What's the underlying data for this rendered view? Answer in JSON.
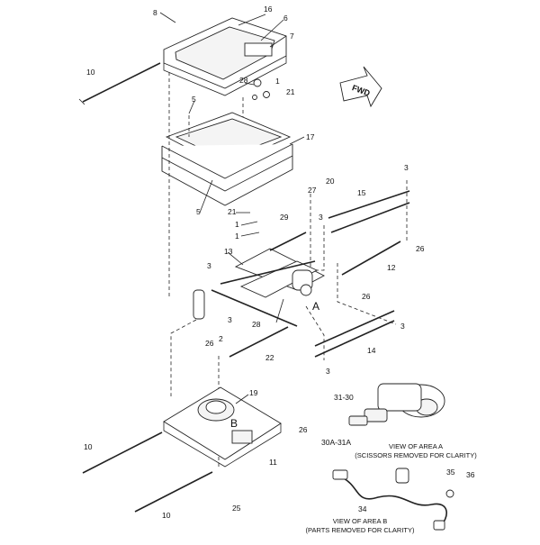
{
  "diagram": {
    "callouts": [
      "8",
      "16",
      "6",
      "7",
      "10",
      "28",
      "1",
      "21",
      "5",
      "17",
      "5",
      "21",
      "1",
      "1",
      "29",
      "20",
      "27",
      "3",
      "15",
      "3",
      "13",
      "3",
      "26",
      "12",
      "26",
      "A",
      "3",
      "28",
      "3",
      "2",
      "26",
      "22",
      "14",
      "3",
      "19",
      "B",
      "26",
      "10",
      "11",
      "10",
      "25",
      "31-30",
      "30A-31A",
      "35",
      "36",
      "34"
    ],
    "fwd_label": "FWD",
    "caption_a_line1": "VIEW OF AREA A",
    "caption_a_line2": "(SCISSORS REMOVED FOR CLARITY)",
    "caption_b_line1": "VIEW OF AREA B",
    "caption_b_line2": "(PARTS REMOVED FOR CLARITY)"
  }
}
